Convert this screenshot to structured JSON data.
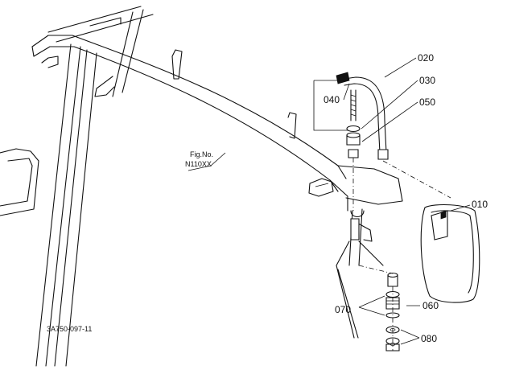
{
  "figure_ref": {
    "line1": "Fig.No.",
    "line2": "N110XX"
  },
  "doc_code": "3A750-097-11",
  "callouts": {
    "p010": "010",
    "p020": "020",
    "p030": "030",
    "p040": "040",
    "p050": "050",
    "p060": "060",
    "p070": "070",
    "p080": "080"
  }
}
